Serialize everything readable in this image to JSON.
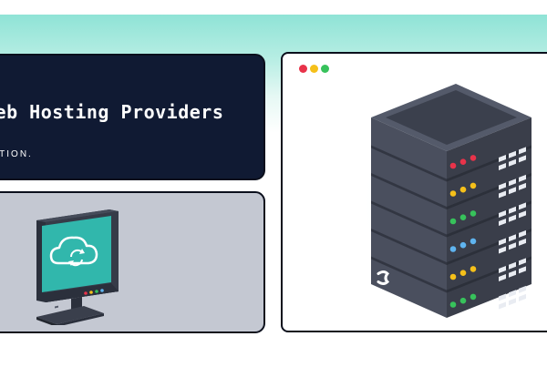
{
  "header": {
    "title": "Web Hosting Providers",
    "brand": "NATION."
  },
  "browser": {
    "controls": [
      "close",
      "minimize",
      "maximize"
    ]
  },
  "icons": {
    "cloud_sync": "cloud-sync-icon",
    "server_logo": "s-logo-icon"
  },
  "colors": {
    "mint": "#8fe3d6",
    "navy": "#101a33",
    "card_gray": "#c4c8d2",
    "screen_teal": "#31b7ac",
    "server_gray": "#4a4f5e",
    "led_red": "#e8334a",
    "led_yellow": "#f5c01a",
    "led_green": "#37c25b",
    "led_blue": "#5fb4ef"
  },
  "server_leds": [
    [
      "red",
      "red",
      "red"
    ],
    [
      "yellow",
      "yellow",
      "yellow"
    ],
    [
      "green",
      "green",
      "green"
    ],
    [
      "blue",
      "blue",
      "blue"
    ],
    [
      "yellow",
      "yellow",
      "yellow"
    ],
    [
      "green",
      "green",
      "green"
    ]
  ]
}
